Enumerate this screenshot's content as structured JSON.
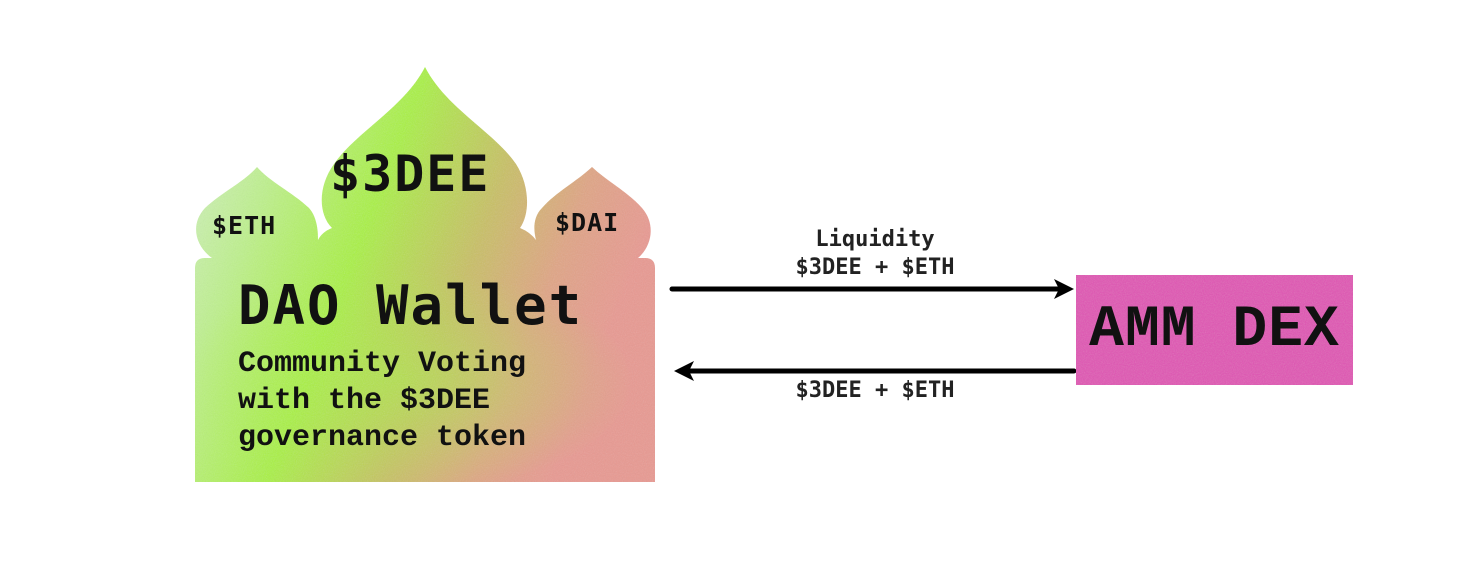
{
  "colors": {
    "wallet_green": "#aaf041",
    "wallet_light": "#d6f0cf",
    "wallet_pink": "#e89a92",
    "wallet_tan": "#c9b36a",
    "dex_magenta": "#e052b4",
    "arrow": "#000000",
    "text": "#111111"
  },
  "wallet": {
    "main_token": "$3DEE",
    "left_token": "$ETH",
    "right_token": "$DAI",
    "title": "DAO Wallet",
    "description_lines": [
      "Community Voting",
      "with the $3DEE",
      "governance token"
    ]
  },
  "flows": {
    "to_dex": {
      "label": "Liquidity",
      "assets": "$3DEE + $ETH"
    },
    "to_wallet": {
      "assets": "$3DEE + $ETH"
    }
  },
  "dex": {
    "label": "AMM DEX"
  }
}
